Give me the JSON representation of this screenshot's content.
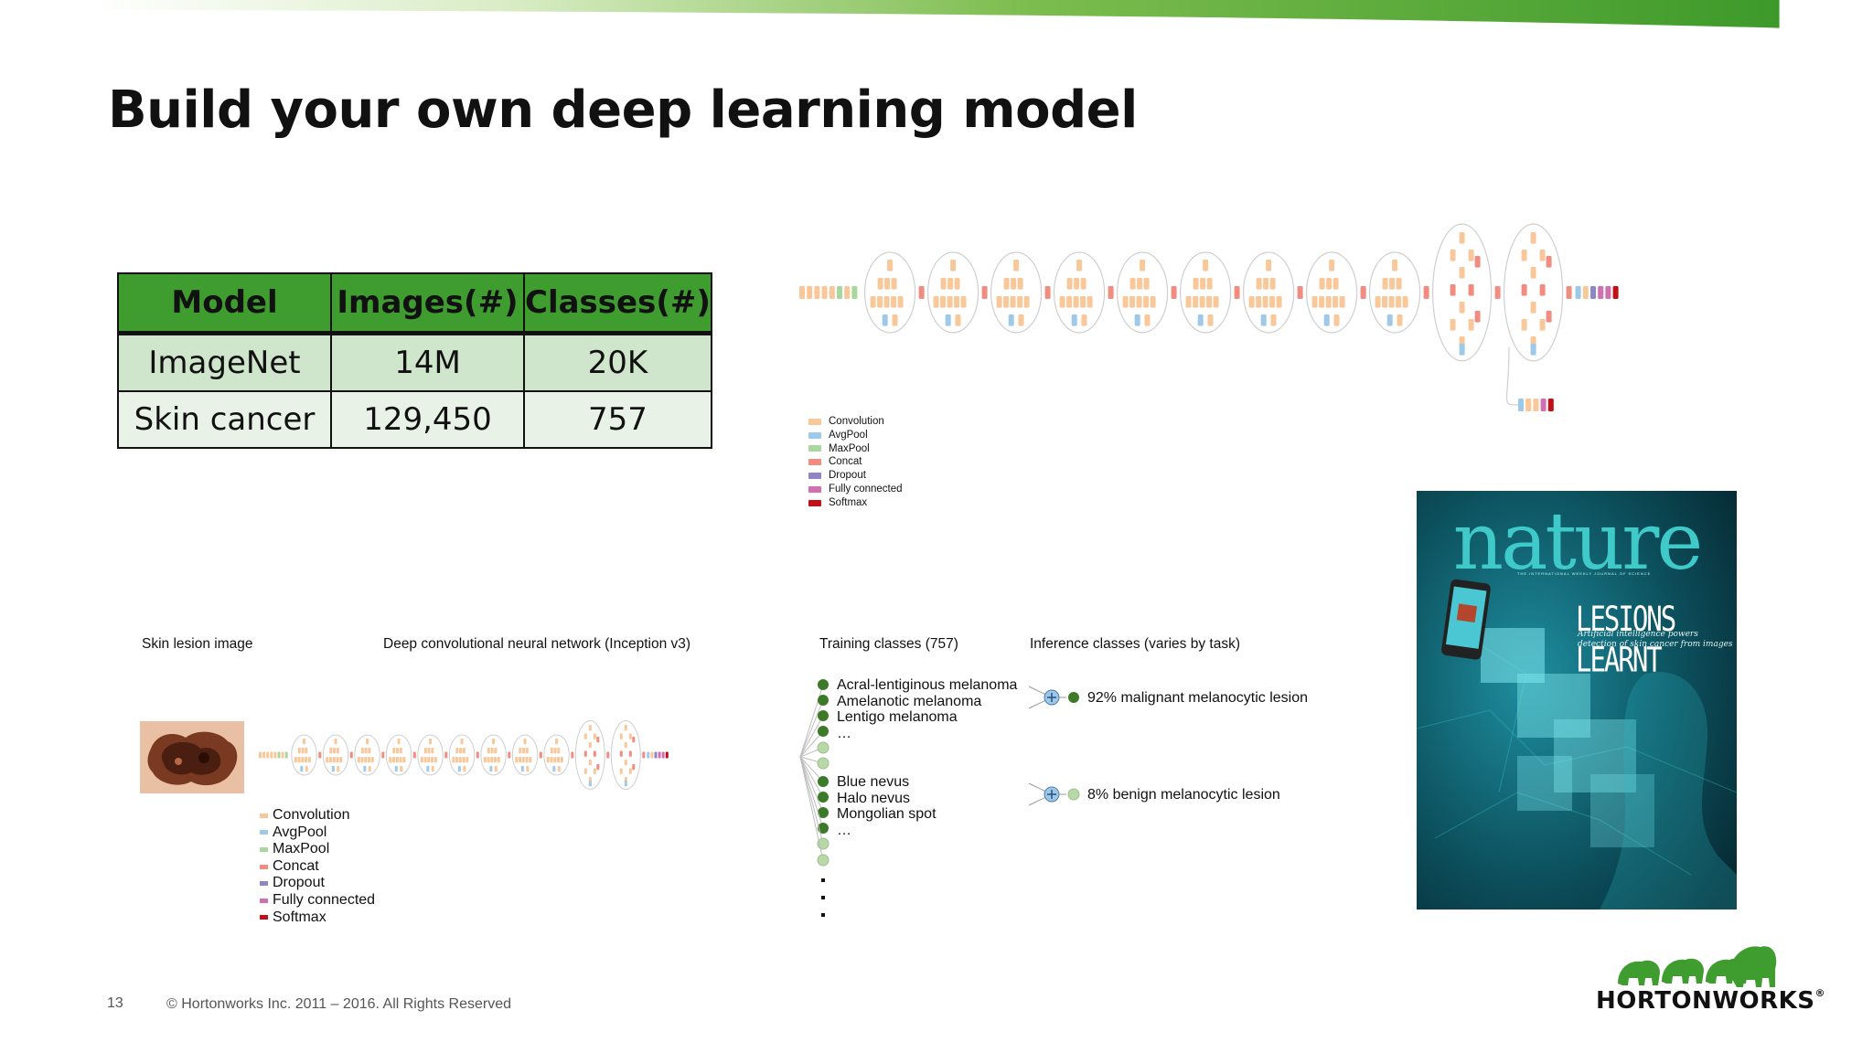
{
  "title": "Build your own deep learning model",
  "table": {
    "headers": [
      "Model",
      "Images(#)",
      "Classes(#)"
    ],
    "rows": [
      [
        "ImageNet",
        "14M",
        "20K"
      ],
      [
        "Skin cancer",
        "129,450",
        "757"
      ]
    ]
  },
  "legend": [
    {
      "label": "Convolution",
      "color": "#f9c89a"
    },
    {
      "label": "AvgPool",
      "color": "#9ec9e8"
    },
    {
      "label": "MaxPool",
      "color": "#a8d8a0"
    },
    {
      "label": "Concat",
      "color": "#f08c80"
    },
    {
      "label": "Dropout",
      "color": "#8f86c8"
    },
    {
      "label": "Fully connected",
      "color": "#d070b0"
    },
    {
      "label": "Softmax",
      "color": "#c0101a"
    }
  ],
  "bottom": {
    "headers": {
      "image": "Skin lesion image",
      "network": "Deep convolutional neural network (Inception v3)",
      "training": "Training classes (757)",
      "inference": "Inference classes (varies by task)"
    },
    "training_group1": [
      "Acral-lentiginous melanoma",
      "Amelanotic melanoma",
      "Lentigo melanoma",
      "…"
    ],
    "training_group2": [
      "Blue nevus",
      "Halo nevus",
      "Mongolian spot",
      "…"
    ],
    "inference": [
      {
        "label": "92% malignant melanocytic lesion"
      },
      {
        "label": "8% benign melanocytic lesion"
      }
    ]
  },
  "cover": {
    "masthead": "nature",
    "strapline": "THE INTERNATIONAL WEEKLY JOURNAL OF SCIENCE",
    "headline": "LESIONS LEARNT",
    "subhead": "Artificial intelligence powers detection of skin cancer from images"
  },
  "footer": {
    "page_number": "13",
    "copyright": "© Hortonworks Inc. 2011 – 2016. All Rights Reserved"
  },
  "logo": {
    "wordmark": "HORTONWORKS",
    "mark": "®"
  },
  "colors": {
    "accent_green": "#3f9c2f",
    "dot_dark": "#3c7a2a",
    "dot_light": "#b8d8a8"
  }
}
